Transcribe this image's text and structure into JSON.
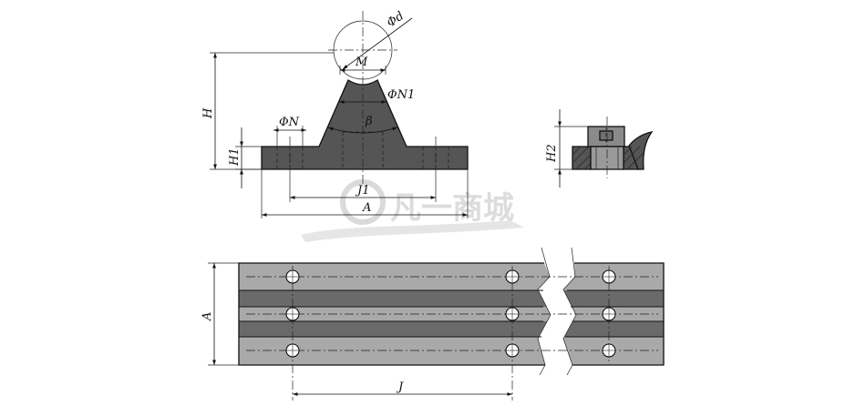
{
  "colors": {
    "body_fill": "#555555",
    "rail_light": "#a9a9a9",
    "rail_mid": "#8c8c8c",
    "rail_dark": "#686868",
    "line": "#111111",
    "watermark": "#d9d9d9"
  },
  "labels": {
    "phi_d": "Φd",
    "m": "M",
    "phi_n1": "ΦN1",
    "beta": "β",
    "phi_n": "ΦN",
    "h": "H",
    "h1": "H1",
    "h2": "H2",
    "j1": "J1",
    "a_top": "A",
    "a_side": "A",
    "j": "J"
  },
  "watermark": {
    "text": "凡一商城"
  }
}
